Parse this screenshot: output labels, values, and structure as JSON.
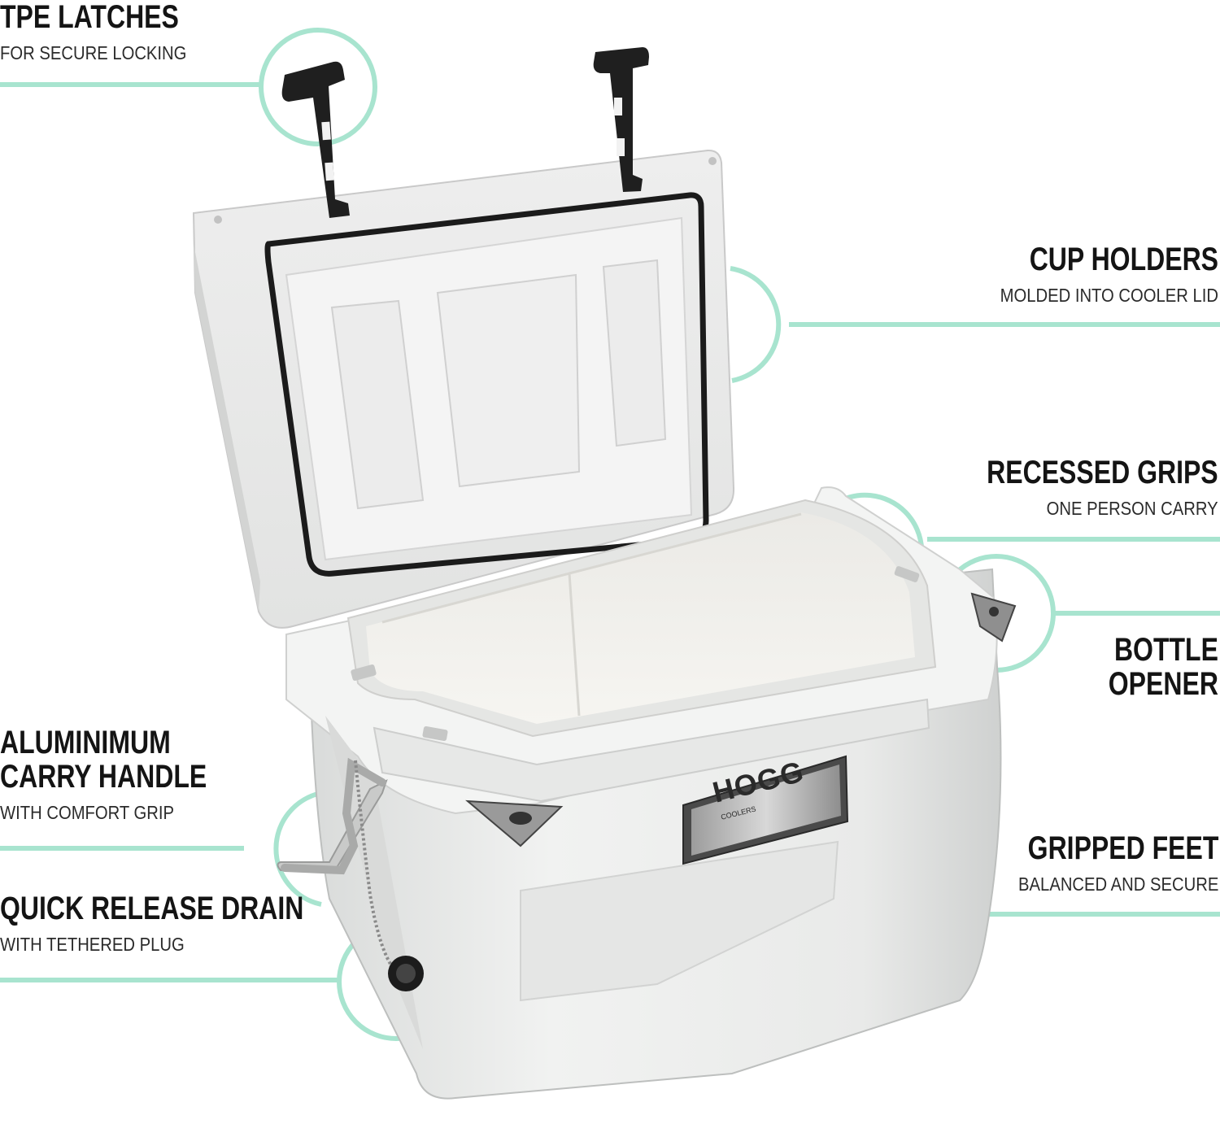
{
  "accent_color": "#a8e4cf",
  "product": {
    "brand_logo_text": "HOGG",
    "brand_logo_subtext": "COOLERS"
  },
  "features": {
    "tpe_latches": {
      "title": "TPE LATCHES",
      "subtitle": "FOR SECURE LOCKING"
    },
    "cup_holders": {
      "title": "CUP HOLDERS",
      "subtitle": "MOLDED INTO COOLER LID"
    },
    "recessed_grips": {
      "title": "RECESSED GRIPS",
      "subtitle": "ONE PERSON CARRY"
    },
    "bottle_opener": {
      "title_line1": "BOTTLE",
      "title_line2": "OPENER"
    },
    "carry_handle": {
      "title_line1": "ALUMINIMUM",
      "title_line2": "CARRY HANDLE",
      "subtitle": "WITH COMFORT GRIP"
    },
    "quick_drain": {
      "title": "QUICK RELEASE DRAIN",
      "subtitle": "WITH TETHERED PLUG"
    },
    "gripped_feet": {
      "title": "GRIPPED FEET",
      "subtitle": "BALANCED AND SECURE"
    }
  }
}
